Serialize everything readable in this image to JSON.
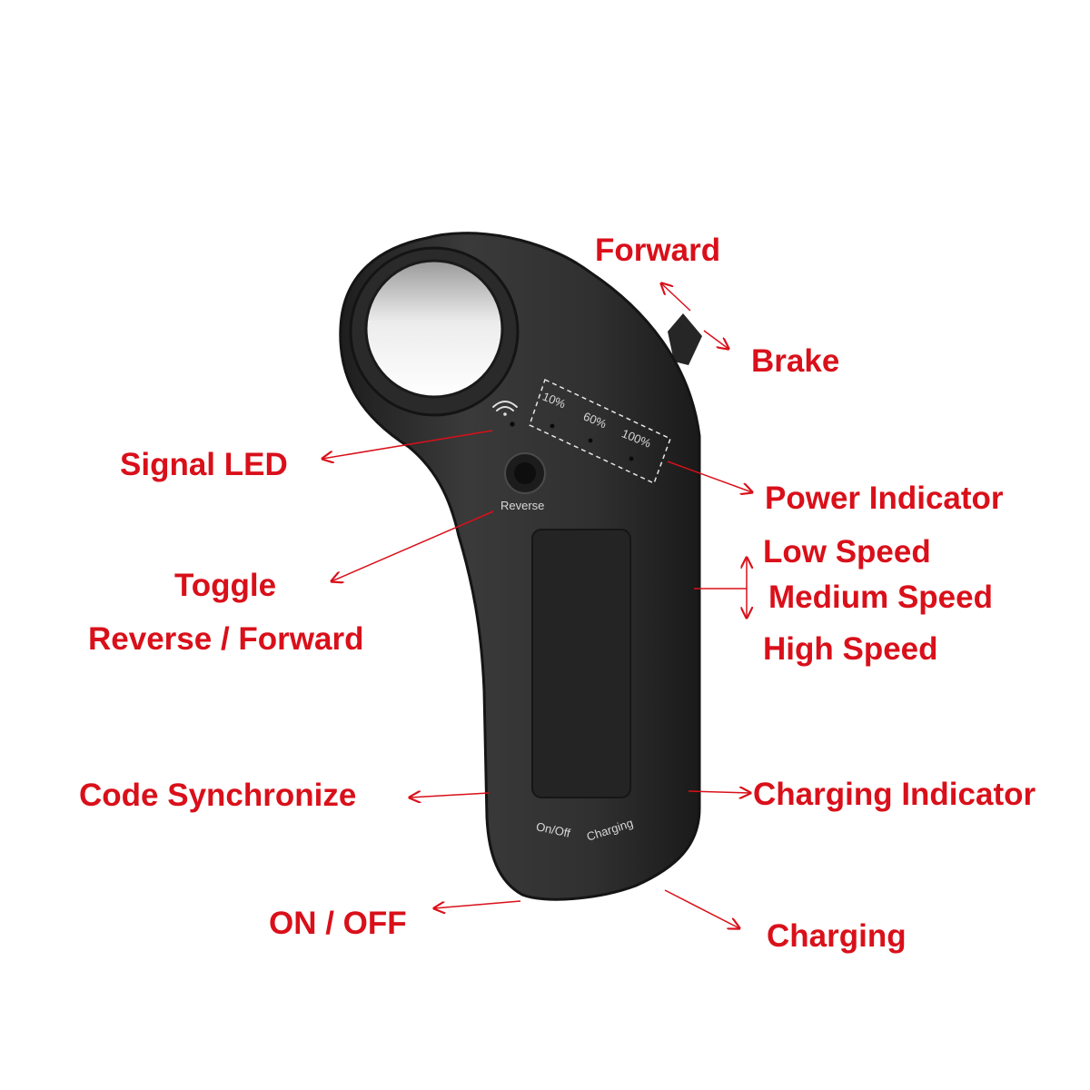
{
  "remote": {
    "printed": {
      "reverse": "Reverse",
      "on_off": "On/Off",
      "charging": "Charging",
      "pct_10": "10%",
      "pct_60": "60%",
      "pct_100": "100%"
    },
    "colors": {
      "body": "#2e2e2e",
      "body_edge": "#1b1b1b",
      "panel": "#242424"
    }
  },
  "callouts": {
    "forward": "Forward",
    "brake": "Brake",
    "signal_led": "Signal LED",
    "power_indicator": "Power Indicator",
    "low_speed": "Low Speed",
    "medium_speed": "Medium Speed",
    "high_speed": "High Speed",
    "toggle": "Toggle",
    "reverse_forward": "Reverse / Forward",
    "code_synchronize": "Code Synchronize",
    "charging_indicator": "Charging Indicator",
    "on_off": "ON / OFF",
    "charging": "Charging"
  },
  "colors": {
    "label": "#d9101a"
  }
}
